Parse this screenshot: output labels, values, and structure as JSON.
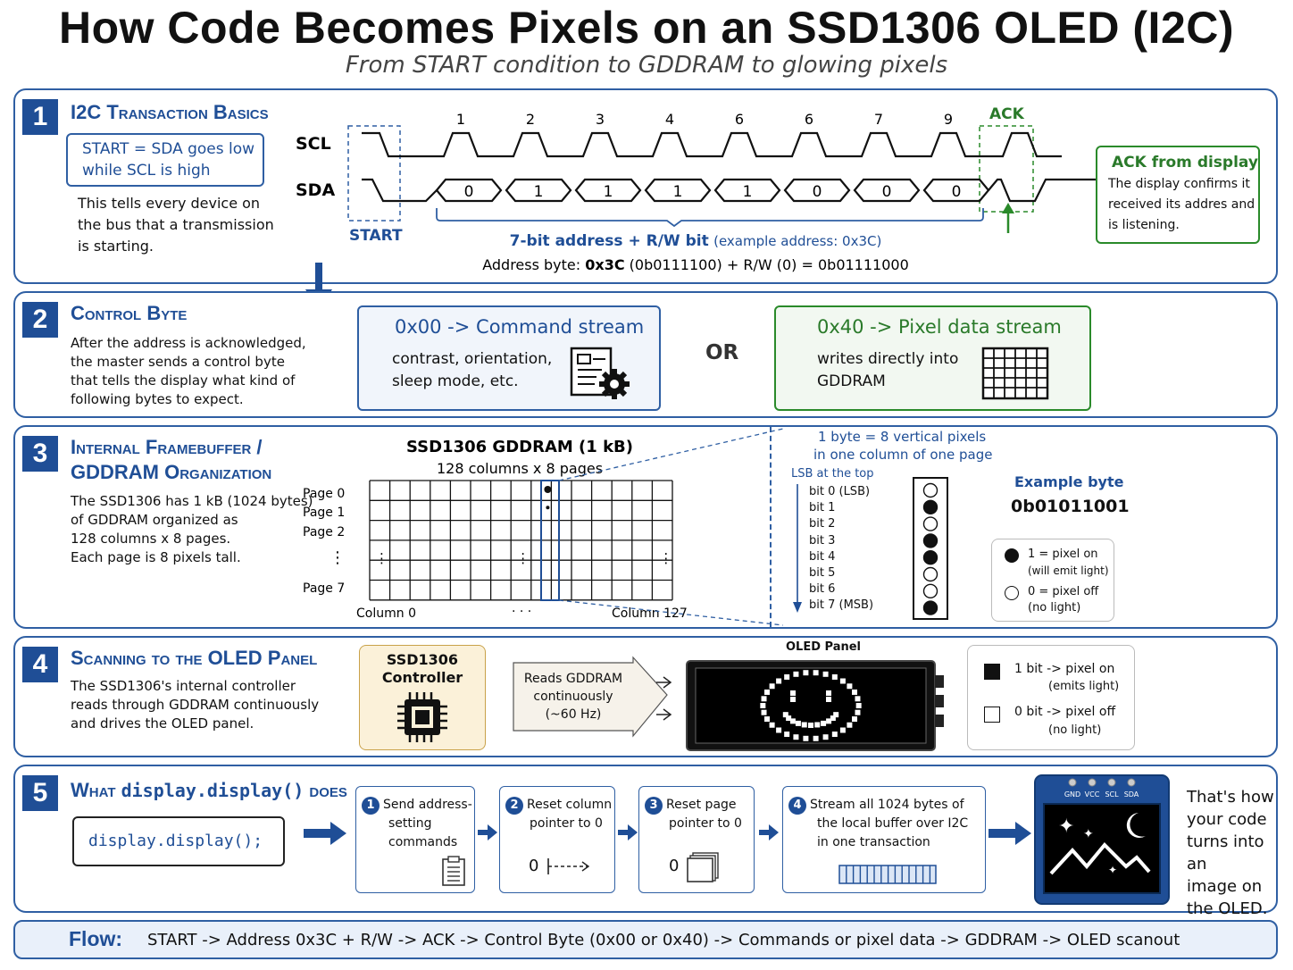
{
  "header": {
    "title": "How Code Becomes Pixels on an SSD1306 OLED (I2C)",
    "subtitle": "From START condition to GDDRAM to glowing pixels"
  },
  "s1": {
    "num": "1",
    "title": "I2C Transaction Basics",
    "start_box_l1": "START = SDA goes low",
    "start_box_l2": "while SCL is high",
    "desc_l1": "This tells every device on",
    "desc_l2": "the bus that a transmission",
    "desc_l3": "is starting.",
    "scl": "SCL",
    "sda": "SDA",
    "start_label": "START",
    "ack_label": "ACK",
    "clock_numbers": [
      "1",
      "2",
      "3",
      "4",
      "6",
      "6",
      "7",
      "9"
    ],
    "bits": [
      "0",
      "1",
      "1",
      "1",
      "1",
      "0",
      "0",
      "0"
    ],
    "addr_label": "7-bit address + R/W bit",
    "addr_example": "(example address:  0x3C)",
    "addr_byte_pre": "Address byte:",
    "addr_byte_val": "0x3C",
    "addr_byte_post": "(0b0111100) + R/W (0) = 0b01111000",
    "ack_title": "ACK from display",
    "ack_l1": "The display confirms it",
    "ack_l2": "received its addres and",
    "ack_l3": "is listening."
  },
  "s2": {
    "num": "2",
    "title": "Control Byte",
    "desc_l1": "After the address is acknowledged,",
    "desc_l2": "the master sends a control byte",
    "desc_l3": "that tells the display what kind of",
    "desc_l4": "following bytes to expect.",
    "cmd_title": "0x00 -> Command stream",
    "cmd_l1": "contrast, orientation,",
    "cmd_l2": "sleep mode, etc.",
    "or": "OR",
    "data_title": "0x40 -> Pixel data stream",
    "data_l1": "writes directly into",
    "data_l2": "GDDRAM"
  },
  "s3": {
    "num": "3",
    "title_l1": "Internal Framebuffer /",
    "title_l2": "GDDRAM Organization",
    "desc_l1": "The SSD1306 has 1 kB (1024 bytes)",
    "desc_l2": "of GDDRAM organized as",
    "desc_l3": "128 columns x 8 pages.",
    "desc_l4": "Each page is 8 pixels tall.",
    "grid_title": "SSD1306 GDDRAM (1 kB)",
    "grid_sub": "128 columns x 8 pages",
    "pages": [
      "Page 0",
      "Page 1",
      "Page 2",
      "Page 7"
    ],
    "vdots": "⋮",
    "col0": "Column 0",
    "colmid": "· · ·",
    "col127": "Column 127",
    "zoom_l1": "1 byte = 8 vertical pixels",
    "zoom_l2": "in one column of one page",
    "lsb": "LSB at the top",
    "bit_labels": [
      "bit 0 (LSB)",
      "bit 1",
      "bit 2",
      "bit 3",
      "bit 4",
      "bit 5",
      "bit 6",
      "bit 7 (MSB)"
    ],
    "bit_values": [
      0,
      1,
      0,
      1,
      1,
      0,
      0,
      1
    ],
    "ex_label": "Example byte",
    "ex_val": "0b01011001",
    "on_l1": "1 = pixel on",
    "on_l2": "(will emit light)",
    "off_l1": "0 = pixel off",
    "off_l2": "(no light)"
  },
  "s4": {
    "num": "4",
    "title": "Scanning to the OLED Panel",
    "desc_l1": "The SSD1306's internal controller",
    "desc_l2": "reads through GDDRAM continuously",
    "desc_l3": "and drives the OLED panel.",
    "ctrl_l1": "SSD1306",
    "ctrl_l2": "Controller",
    "reads_l1": "Reads GDDRAM",
    "reads_l2": "continuously",
    "reads_l3": "(~60 Hz)",
    "panel_label": "OLED Panel",
    "on_l1": "1 bit -> pixel on",
    "on_l2": "(emits light)",
    "off_l1": "0 bit -> pixel off",
    "off_l2": "(no light)"
  },
  "s5": {
    "num": "5",
    "title_pre": "What ",
    "title_code": "display.display()",
    "title_post": " does",
    "code": "display.display();",
    "steps": [
      {
        "n": "1",
        "l1": "Send address-",
        "l2": "setting",
        "l3": "commands"
      },
      {
        "n": "2",
        "l1": "Reset column",
        "l2": "pointer to 0",
        "l3": ""
      },
      {
        "n": "3",
        "l1": "Reset page",
        "l2": "pointer to 0",
        "l3": ""
      },
      {
        "n": "4",
        "l1": "Stream all 1024 bytes of",
        "l2": "the local buffer over I2C",
        "l3": "in one transaction"
      }
    ],
    "zero": "0",
    "pins": [
      "GND",
      "VCC",
      "SCL",
      "SDA"
    ],
    "final_l1": "That's how",
    "final_l2": "your code",
    "final_l3": "turns into an",
    "final_l4": "image on",
    "final_l5": "the OLED."
  },
  "flow": {
    "label": "Flow:",
    "text": "START -> Address 0x3C + R/W -> ACK -> Control Byte (0x00 or 0x40) -> Commands or pixel data -> GDDRAM -> OLED scanout"
  }
}
